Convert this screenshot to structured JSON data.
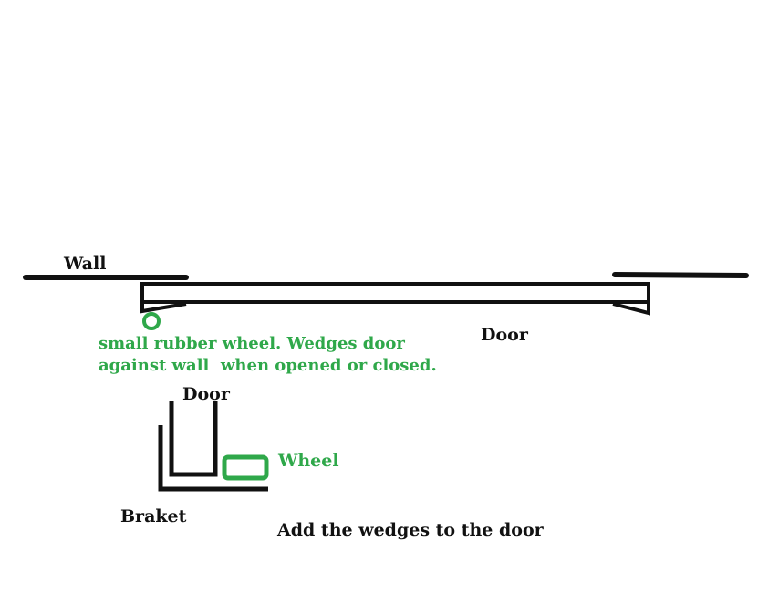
{
  "labels": {
    "wall": "Wall",
    "door_top": "Door",
    "wheel_note_line1": "small rubber wheel. Wedges door",
    "wheel_note_line2": "against wall  when opened or closed.",
    "door_detail": "Door",
    "wheel": "Wheel",
    "bracket": "Braket",
    "instruction": "Add the wedges to the door"
  },
  "colors": {
    "ink": "#111111",
    "wheel": "#2fa84a"
  }
}
